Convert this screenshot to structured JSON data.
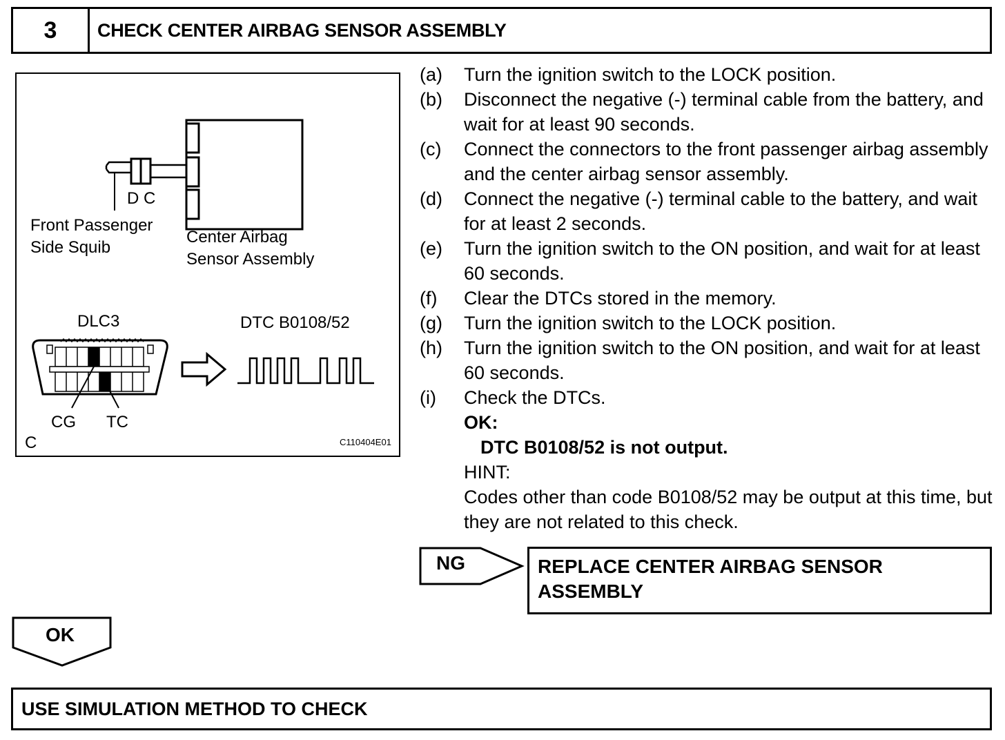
{
  "header": {
    "step_number": "3",
    "title": "CHECK CENTER AIRBAG SENSOR ASSEMBLY"
  },
  "figure": {
    "connector_label": "D C",
    "squib_label_line1": "Front Passenger",
    "squib_label_line2": "Side Squib",
    "sensor_label_line1": "Center Airbag",
    "sensor_label_line2": "Sensor Assembly",
    "dlc_label": "DLC3",
    "dtc_label": "DTC B0108/52",
    "cg_label": "CG",
    "tc_label": "TC",
    "corner_label": "C",
    "figure_code": "C110404E01"
  },
  "steps": [
    {
      "label": "(a)",
      "text": "Turn the ignition switch to the LOCK position."
    },
    {
      "label": "(b)",
      "text": "Disconnect the negative (-) terminal cable from the battery, and wait for at least 90 seconds."
    },
    {
      "label": "(c)",
      "text": "Connect the connectors to the front passenger airbag assembly and the center airbag sensor assembly."
    },
    {
      "label": "(d)",
      "text": "Connect the negative (-) terminal cable to the battery, and wait for at least 2 seconds."
    },
    {
      "label": "(e)",
      "text": "Turn the ignition switch to the ON position, and wait for at least 60 seconds."
    },
    {
      "label": "(f)",
      "text": "Clear the DTCs stored in the memory."
    },
    {
      "label": "(g)",
      "text": "Turn the ignition switch to the LOCK position."
    },
    {
      "label": "(h)",
      "text": "Turn the ignition switch to the ON position, and wait for at least 60 seconds."
    },
    {
      "label": "(i)",
      "text": "Check the DTCs."
    }
  ],
  "ok_block": {
    "title": "OK:",
    "value": "DTC B0108/52 is not output.",
    "hint_title": "HINT:",
    "hint_text": "Codes other than code B0108/52 may be output at this time, but they are not related to this check."
  },
  "ng": {
    "label": "NG",
    "result_line1": "REPLACE CENTER AIRBAG SENSOR",
    "result_line2": "ASSEMBLY"
  },
  "ok": {
    "label": "OK"
  },
  "footer": {
    "title": "USE SIMULATION METHOD TO CHECK"
  }
}
